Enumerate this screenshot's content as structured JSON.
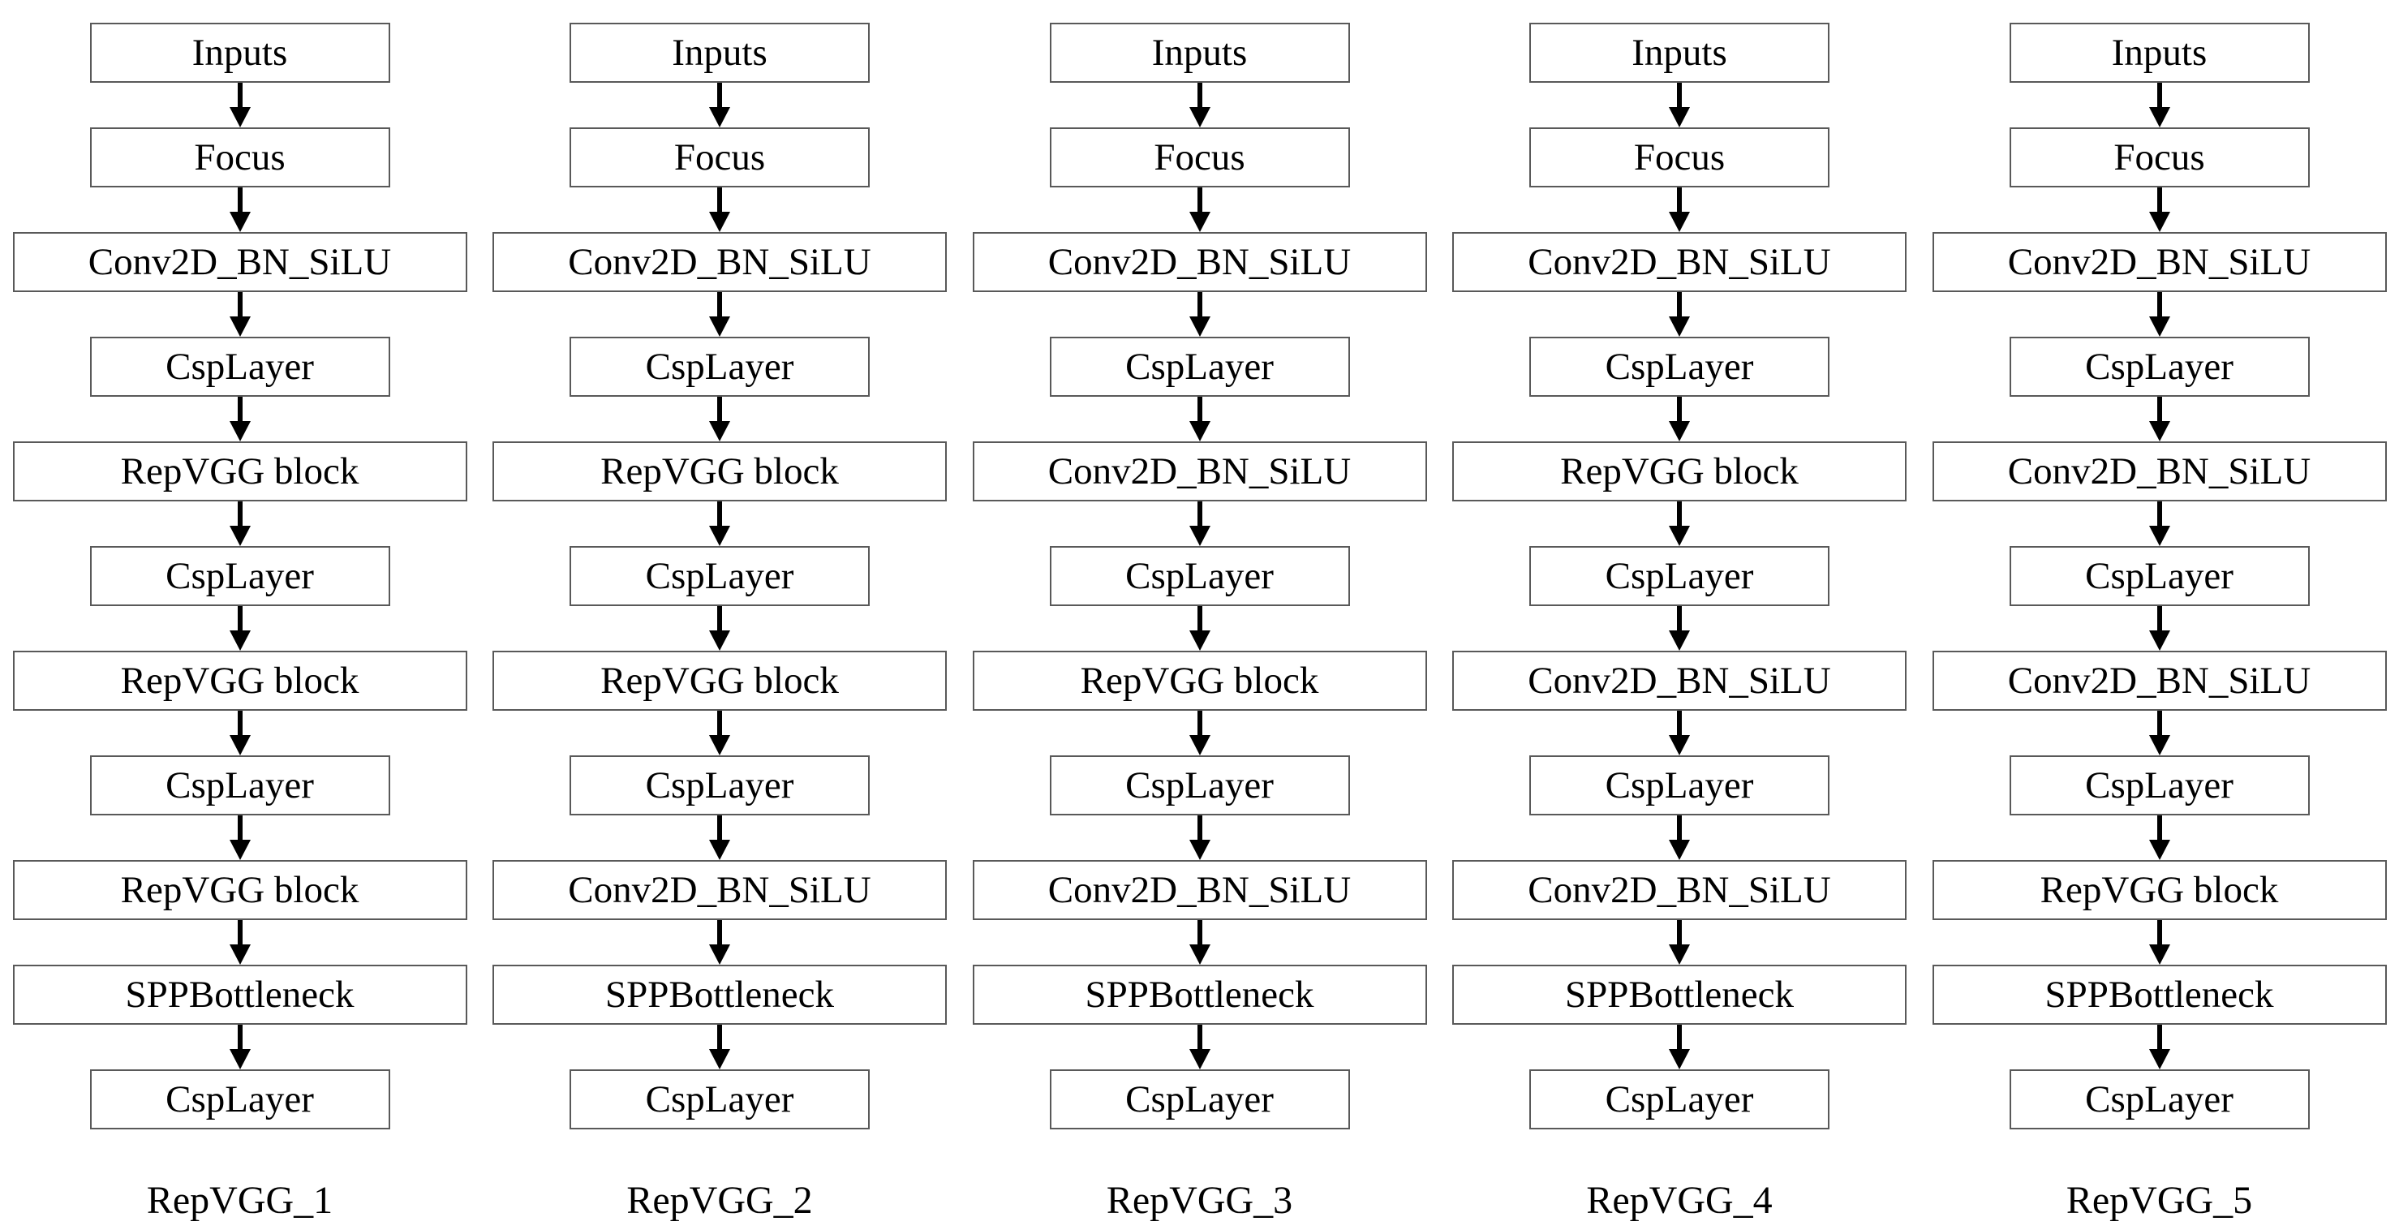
{
  "figure": {
    "type": "diagram",
    "description": "Five parallel backbone network architecture variants",
    "columns": [
      {
        "caption": "RepVGG_1",
        "nodes": [
          {
            "label": "Inputs",
            "width": "narrow"
          },
          {
            "label": "Focus",
            "width": "narrow"
          },
          {
            "label": "Conv2D_BN_SiLU",
            "width": "wide"
          },
          {
            "label": "CspLayer",
            "width": "narrow"
          },
          {
            "label": "RepVGG block",
            "width": "wide"
          },
          {
            "label": "CspLayer",
            "width": "narrow"
          },
          {
            "label": "RepVGG block",
            "width": "wide"
          },
          {
            "label": "CspLayer",
            "width": "narrow"
          },
          {
            "label": "RepVGG block",
            "width": "wide"
          },
          {
            "label": "SPPBottleneck",
            "width": "wide"
          },
          {
            "label": "CspLayer",
            "width": "narrow"
          }
        ]
      },
      {
        "caption": "RepVGG_2",
        "nodes": [
          {
            "label": "Inputs",
            "width": "narrow"
          },
          {
            "label": "Focus",
            "width": "narrow"
          },
          {
            "label": "Conv2D_BN_SiLU",
            "width": "wide"
          },
          {
            "label": "CspLayer",
            "width": "narrow"
          },
          {
            "label": "RepVGG block",
            "width": "wide"
          },
          {
            "label": "CspLayer",
            "width": "narrow"
          },
          {
            "label": "RepVGG block",
            "width": "wide"
          },
          {
            "label": "CspLayer",
            "width": "narrow"
          },
          {
            "label": "Conv2D_BN_SiLU",
            "width": "wide"
          },
          {
            "label": "SPPBottleneck",
            "width": "wide"
          },
          {
            "label": "CspLayer",
            "width": "narrow"
          }
        ]
      },
      {
        "caption": "RepVGG_3",
        "nodes": [
          {
            "label": "Inputs",
            "width": "narrow"
          },
          {
            "label": "Focus",
            "width": "narrow"
          },
          {
            "label": "Conv2D_BN_SiLU",
            "width": "wide"
          },
          {
            "label": "CspLayer",
            "width": "narrow"
          },
          {
            "label": "Conv2D_BN_SiLU",
            "width": "wide"
          },
          {
            "label": "CspLayer",
            "width": "narrow"
          },
          {
            "label": "RepVGG block",
            "width": "wide"
          },
          {
            "label": "CspLayer",
            "width": "narrow"
          },
          {
            "label": "Conv2D_BN_SiLU",
            "width": "wide"
          },
          {
            "label": "SPPBottleneck",
            "width": "wide"
          },
          {
            "label": "CspLayer",
            "width": "narrow"
          }
        ]
      },
      {
        "caption": "RepVGG_4",
        "nodes": [
          {
            "label": "Inputs",
            "width": "narrow"
          },
          {
            "label": "Focus",
            "width": "narrow"
          },
          {
            "label": "Conv2D_BN_SiLU",
            "width": "wide"
          },
          {
            "label": "CspLayer",
            "width": "narrow"
          },
          {
            "label": "RepVGG block",
            "width": "wide"
          },
          {
            "label": "CspLayer",
            "width": "narrow"
          },
          {
            "label": "Conv2D_BN_SiLU",
            "width": "wide"
          },
          {
            "label": "CspLayer",
            "width": "narrow"
          },
          {
            "label": "Conv2D_BN_SiLU",
            "width": "wide"
          },
          {
            "label": "SPPBottleneck",
            "width": "wide"
          },
          {
            "label": "CspLayer",
            "width": "narrow"
          }
        ]
      },
      {
        "caption": "RepVGG_5",
        "nodes": [
          {
            "label": "Inputs",
            "width": "narrow"
          },
          {
            "label": "Focus",
            "width": "narrow"
          },
          {
            "label": "Conv2D_BN_SiLU",
            "width": "wide"
          },
          {
            "label": "CspLayer",
            "width": "narrow"
          },
          {
            "label": "Conv2D_BN_SiLU",
            "width": "wide"
          },
          {
            "label": "CspLayer",
            "width": "narrow"
          },
          {
            "label": "Conv2D_BN_SiLU",
            "width": "wide"
          },
          {
            "label": "CspLayer",
            "width": "narrow"
          },
          {
            "label": "RepVGG block",
            "width": "wide"
          },
          {
            "label": "SPPBottleneck",
            "width": "wide"
          },
          {
            "label": "CspLayer",
            "width": "narrow"
          }
        ]
      }
    ]
  },
  "style": {
    "box_border_color": "#595959",
    "box_fill_color": "#ffffff",
    "arrow_color": "#000000",
    "text_color": "#000000"
  }
}
